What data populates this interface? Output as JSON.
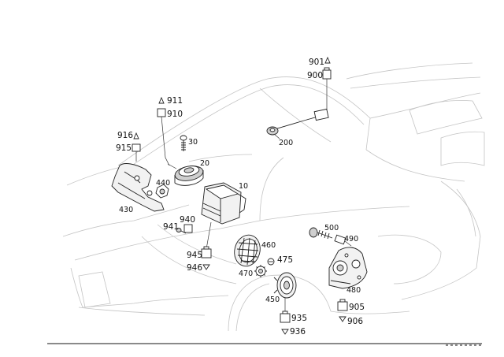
{
  "diagram": {
    "callouts": [
      {
        "id": "c901",
        "label": "901"
      },
      {
        "id": "c900",
        "label": "900"
      },
      {
        "id": "c911",
        "label": "911"
      },
      {
        "id": "c910",
        "label": "910"
      },
      {
        "id": "c916",
        "label": "916"
      },
      {
        "id": "c915",
        "label": "915"
      },
      {
        "id": "c30",
        "label": "30"
      },
      {
        "id": "c20",
        "label": "20"
      },
      {
        "id": "c200",
        "label": "200"
      },
      {
        "id": "c440",
        "label": "440"
      },
      {
        "id": "c10",
        "label": "10"
      },
      {
        "id": "c430",
        "label": "430"
      },
      {
        "id": "c940",
        "label": "940"
      },
      {
        "id": "c941",
        "label": "941"
      },
      {
        "id": "c500",
        "label": "500"
      },
      {
        "id": "c490",
        "label": "490"
      },
      {
        "id": "c460",
        "label": "460"
      },
      {
        "id": "c945",
        "label": "945"
      },
      {
        "id": "c475",
        "label": "475"
      },
      {
        "id": "c946",
        "label": "946"
      },
      {
        "id": "c470",
        "label": "470"
      },
      {
        "id": "c480",
        "label": "480"
      },
      {
        "id": "c450",
        "label": "450"
      },
      {
        "id": "c905",
        "label": "905"
      },
      {
        "id": "c906",
        "label": "906"
      },
      {
        "id": "c935",
        "label": "935"
      },
      {
        "id": "c936",
        "label": "936"
      }
    ]
  }
}
